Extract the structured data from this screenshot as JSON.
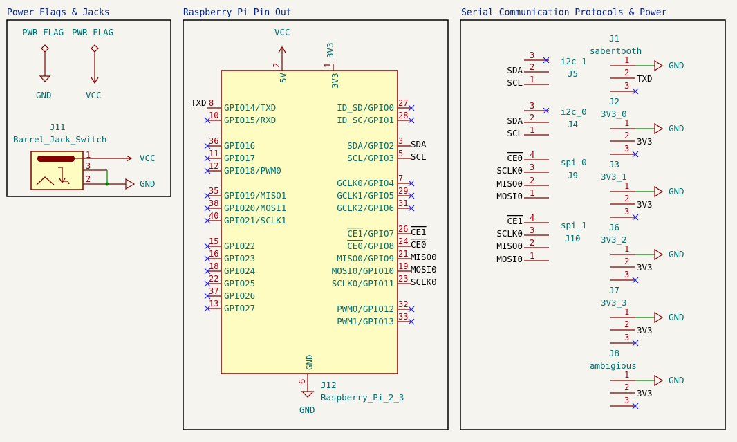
{
  "sections": {
    "power": "Power Flags & Jacks",
    "pi": "Raspberry Pi Pin Out",
    "serial": "Serial Communication Protocols & Power"
  },
  "power": {
    "flag1": "PWR_FLAG",
    "flag2": "PWR_FLAG",
    "gnd": "GND",
    "vcc": "VCC",
    "jack_ref": "J11",
    "jack_value": "Barrel_Jack_Switch",
    "jack_pin1": "1",
    "jack_pin2": "2",
    "jack_pin3": "3"
  },
  "pi": {
    "ref": "J12",
    "value": "Raspberry_Pi_2_3",
    "vcc": "VCC",
    "gnd": "GND",
    "v3": "3V3",
    "p5v": "5V",
    "p3v3": "3V3",
    "pgnd": "GND",
    "pin2": "2",
    "pin1": "1",
    "pin6": "6",
    "left": [
      {
        "num": "8",
        "name": "GPIO14/TXD",
        "net": "TXD"
      },
      {
        "num": "10",
        "name": "GPIO15/RXD",
        "net": ""
      },
      {
        "num": "36",
        "name": "GPIO16",
        "net": ""
      },
      {
        "num": "11",
        "name": "GPIO17",
        "net": ""
      },
      {
        "num": "12",
        "name": "GPIO18/PWM0",
        "net": ""
      },
      {
        "num": "35",
        "name": "GPIO19/MISO1",
        "net": ""
      },
      {
        "num": "38",
        "name": "GPIO20/MOSI1",
        "net": ""
      },
      {
        "num": "40",
        "name": "GPIO21/SCLK1",
        "net": ""
      },
      {
        "num": "15",
        "name": "GPIO22",
        "net": ""
      },
      {
        "num": "16",
        "name": "GPIO23",
        "net": ""
      },
      {
        "num": "18",
        "name": "GPIO24",
        "net": ""
      },
      {
        "num": "22",
        "name": "GPIO25",
        "net": ""
      },
      {
        "num": "37",
        "name": "GPIO26",
        "net": ""
      },
      {
        "num": "13",
        "name": "GPIO27",
        "net": ""
      }
    ],
    "right": [
      {
        "num": "27",
        "name": "ID_SD/GPIO0",
        "net": ""
      },
      {
        "num": "28",
        "name": "ID_SC/GPIO1",
        "net": ""
      },
      {
        "num": "3",
        "name": "SDA/GPIO2",
        "net": "SDA"
      },
      {
        "num": "5",
        "name": "SCL/GPIO3",
        "net": "SCL"
      },
      {
        "num": "7",
        "name": "GCLK0/GPIO4",
        "net": ""
      },
      {
        "num": "29",
        "name": "GCLK1/GPIO5",
        "net": ""
      },
      {
        "num": "31",
        "name": "GCLK2/GPIO6",
        "net": ""
      },
      {
        "num": "26",
        "name": "CE1/GPIO7",
        "net": "CE1"
      },
      {
        "num": "24",
        "name": "CE0/GPIO8",
        "net": "CE0"
      },
      {
        "num": "21",
        "name": "MISO0/GPIO9",
        "net": "MISO0"
      },
      {
        "num": "19",
        "name": "MOSI0/GPIO10",
        "net": "MOSI0"
      },
      {
        "num": "23",
        "name": "SCLK0/GPIO11",
        "net": "SCLK0"
      },
      {
        "num": "32",
        "name": "PWM0/GPIO12",
        "net": ""
      },
      {
        "num": "33",
        "name": "PWM1/GPIO13",
        "net": ""
      }
    ]
  },
  "serial": {
    "left_conns": [
      {
        "ref": "J5",
        "value": "i2c_1",
        "pins": [
          {
            "num": "3",
            "net": ""
          },
          {
            "num": "2",
            "net": "SDA"
          },
          {
            "num": "1",
            "net": "SCL"
          }
        ]
      },
      {
        "ref": "J4",
        "value": "i2c_0",
        "pins": [
          {
            "num": "3",
            "net": ""
          },
          {
            "num": "2",
            "net": "SDA"
          },
          {
            "num": "1",
            "net": "SCL"
          }
        ]
      },
      {
        "ref": "J9",
        "value": "spi_0",
        "pins": [
          {
            "num": "4",
            "net": "CE0"
          },
          {
            "num": "3",
            "net": "SCLK0"
          },
          {
            "num": "2",
            "net": "MISO0"
          },
          {
            "num": "1",
            "net": "MOSI0"
          }
        ]
      },
      {
        "ref": "J10",
        "value": "spi_1",
        "pins": [
          {
            "num": "4",
            "net": "CE1"
          },
          {
            "num": "3",
            "net": "SCLK0"
          },
          {
            "num": "2",
            "net": "MISO0"
          },
          {
            "num": "1",
            "net": "MOSI0"
          }
        ]
      }
    ],
    "right_conns": [
      {
        "ref": "J1",
        "value": "sabertooth",
        "pin1": "GND",
        "pin2": "TXD"
      },
      {
        "ref": "J2",
        "value": "3V3_0",
        "pin1": "GND",
        "pin2": "3V3"
      },
      {
        "ref": "J3",
        "value": "3V3_1",
        "pin1": "GND",
        "pin2": "3V3"
      },
      {
        "ref": "J6",
        "value": "3V3_2",
        "pin1": "GND",
        "pin2": "3V3"
      },
      {
        "ref": "J7",
        "value": "3V3_3",
        "pin1": "GND",
        "pin2": "3V3"
      },
      {
        "ref": "J8",
        "value": "ambigious",
        "pin1": "GND",
        "pin2": "3V3"
      }
    ]
  }
}
